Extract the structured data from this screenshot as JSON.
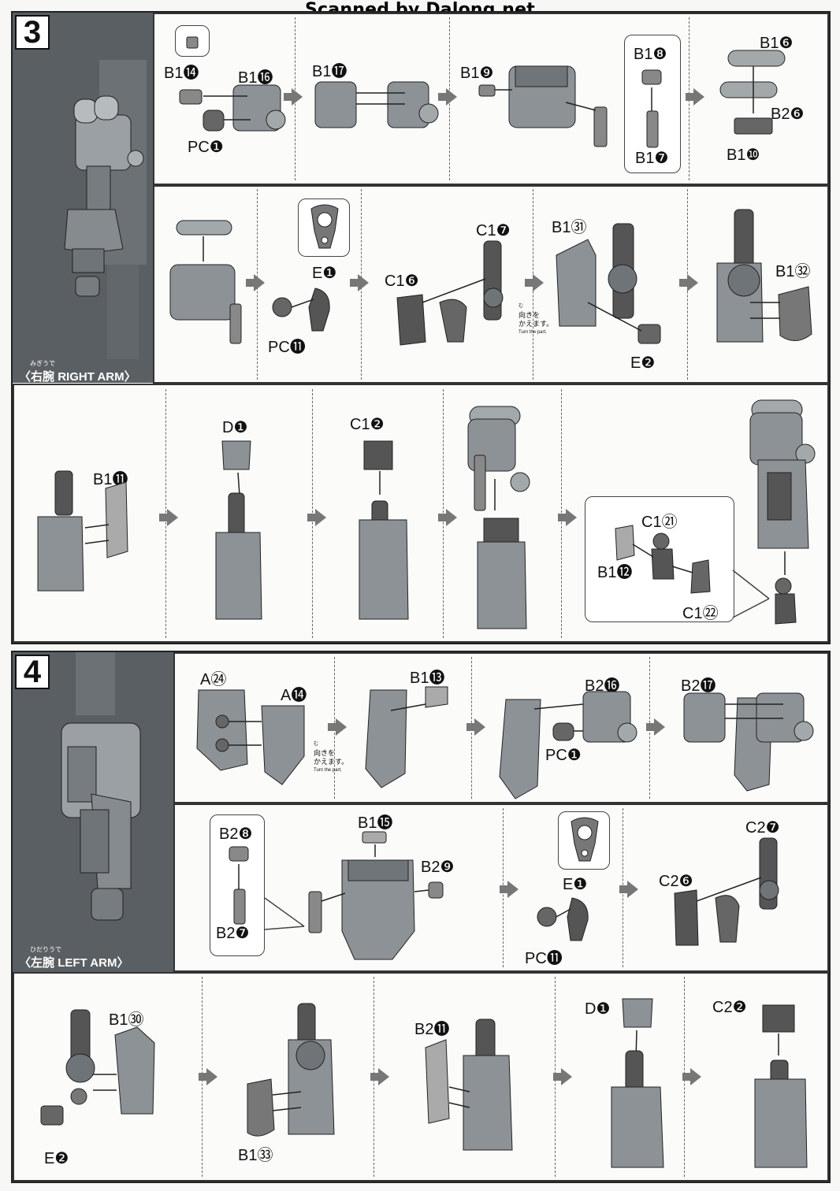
{
  "watermark": "Scanned by Dalong.net",
  "step3": {
    "number": "3",
    "arm_label": {
      "ruby": "みぎうで",
      "jp": "右腕",
      "en": "RIGHT ARM"
    },
    "row1_labels": [
      "B1⓮",
      "B1⓰",
      "PC❶",
      "B1⓱",
      "B1❾",
      "B1❽",
      "B1❼",
      "B1❻",
      "B2❻",
      "B1❿"
    ],
    "row2_labels": [
      "E❶",
      "PC⓫",
      "C1❻",
      "C1❼",
      "B1㉛",
      "B1㉜",
      "E❷"
    ],
    "row2_note": {
      "ruby": "む",
      "jp1": "向きを",
      "jp2": "かえます。",
      "en": "Turn the part."
    },
    "row3_labels": [
      "B1⓫",
      "D❶",
      "C1❷",
      "C1㉑",
      "B1⓬",
      "C1㉒"
    ]
  },
  "step4": {
    "number": "4",
    "arm_label": {
      "ruby": "ひだりうで",
      "jp": "左腕",
      "en": "LEFT ARM"
    },
    "row1_labels": [
      "A㉔",
      "A⓮",
      "B1⓭",
      "B2⓰",
      "PC❶",
      "B2⓱"
    ],
    "row1_note": {
      "ruby": "む",
      "jp1": "向きを",
      "jp2": "かえます。",
      "en": "Turn the part."
    },
    "row2_labels": [
      "B2❽",
      "B2❼",
      "B1⓯",
      "B2❾",
      "E❶",
      "PC⓫",
      "C2❻",
      "C2❼"
    ],
    "row3_labels": [
      "B1㉚",
      "E❷",
      "B1㉝",
      "B2⓫",
      "D❶",
      "C2❷"
    ]
  }
}
